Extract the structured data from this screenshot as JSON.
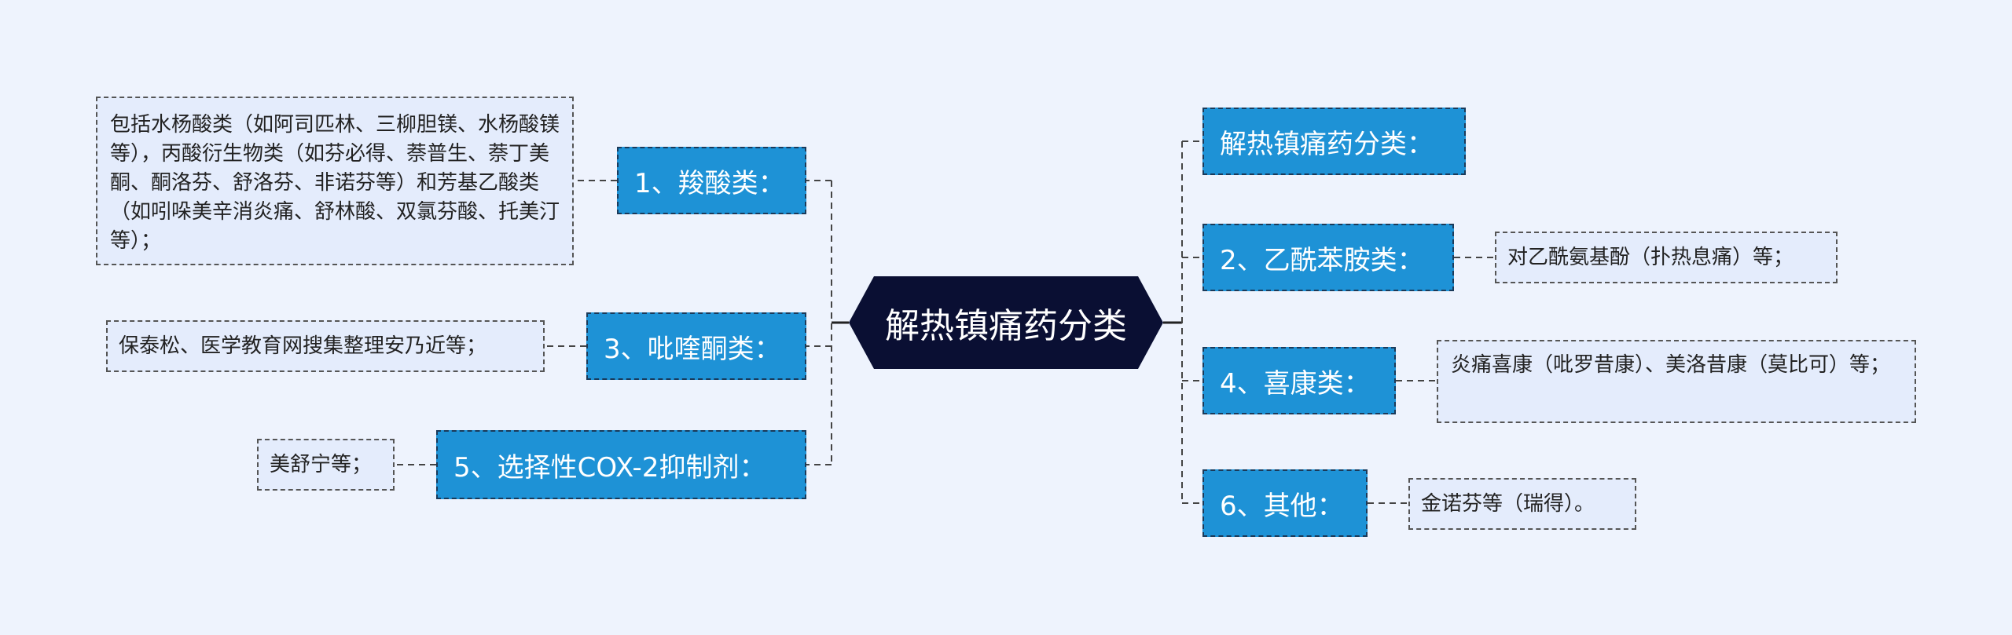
{
  "center": {
    "label": "解热镇痛药分类"
  },
  "left": [
    {
      "label": "1、羧酸类：",
      "detail": "包括水杨酸类（如阿司匹林、三柳胆镁、水杨酸镁等），丙酸衍生物类（如芬必得、萘普生、萘丁美酮、酮洛芬、舒洛芬、非诺芬等）和芳基乙酸类（如吲哚美辛消炎痛、舒林酸、双氯芬酸、托美汀等）；"
    },
    {
      "label": "3、吡喹酮类：",
      "detail": "保泰松、医学教育网搜集整理安乃近等；"
    },
    {
      "label": "5、选择性COX-2抑制剂：",
      "detail": "美舒宁等；"
    }
  ],
  "right": [
    {
      "label": "解热镇痛药分类：",
      "detail": ""
    },
    {
      "label": "2、乙酰苯胺类：",
      "detail": "对乙酰氨基酚（扑热息痛）等；"
    },
    {
      "label": "4、喜康类：",
      "detail": "炎痛喜康（吡罗昔康）、美洛昔康（莫比可）等；"
    },
    {
      "label": "6、其他：",
      "detail": "金诺芬等（瑞得）。"
    }
  ]
}
